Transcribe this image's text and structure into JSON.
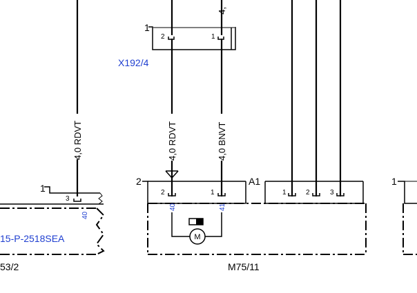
{
  "connectors": {
    "x192_4": {
      "name": "X192/4",
      "index": "1",
      "pin_left": "2",
      "pin_right": "1"
    },
    "left": {
      "index": "1",
      "pin": "3",
      "pin_number": "40"
    },
    "m75_11": {
      "index": "2",
      "pin_left": "2",
      "pin_right": "1",
      "pin_left_number": "40",
      "pin_right_number": "41"
    },
    "a1": {
      "name": "A1",
      "pins": [
        "1",
        "2",
        "3"
      ]
    },
    "right": {
      "index": "1"
    }
  },
  "wires": {
    "left": "4,0 RDVT",
    "mid_left": "4,0 RDVT",
    "mid_right": "4,0 BNVT",
    "top_cut": "4,"
  },
  "components": {
    "left_part": "15-P-2518SEA",
    "left_ref": "53/2",
    "motor_ref": "M75/11",
    "motor_symbol": "M"
  },
  "colors": {
    "accent": "#1f3fd0",
    "line": "#000000"
  }
}
